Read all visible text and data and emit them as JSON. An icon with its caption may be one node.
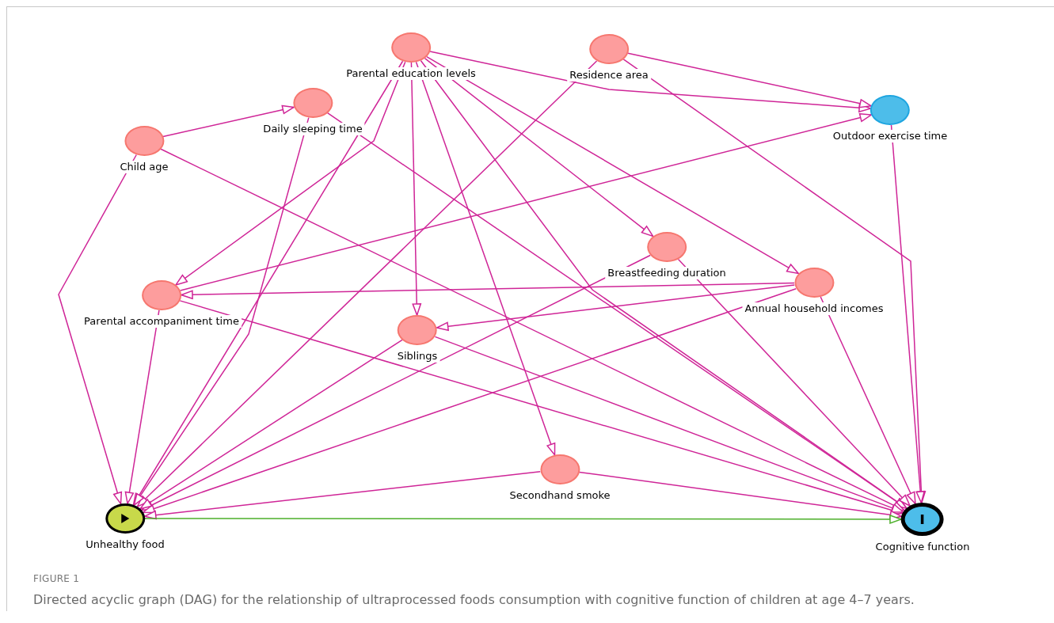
{
  "diagram": {
    "nodes": [
      {
        "text": [
          "Parental education levels"
        ]
      },
      {
        "text": [
          "Residence area"
        ]
      },
      {
        "text": [
          "Daily sleeping time"
        ]
      },
      {
        "text": [
          "Child age"
        ]
      },
      {
        "text": [
          "Outdoor exercise time"
        ]
      },
      {
        "text": [
          "Breastfeeding duration"
        ]
      },
      {
        "text": [
          "Annual household incomes"
        ]
      },
      {
        "text": [
          "Parental accompaniment time"
        ]
      },
      {
        "text": [
          "Siblings"
        ]
      },
      {
        "text": [
          "Secondhand smoke"
        ]
      },
      {
        "text": [
          "Unhealthy food"
        ]
      },
      {
        "text": [
          "Cognitive function"
        ]
      }
    ],
    "edges": [
      {
        "from": 3,
        "to": 2,
        "arrow": "to"
      },
      {
        "from": 0,
        "to": 4,
        "arrow": "to"
      },
      {
        "from": 1,
        "to": 4,
        "arrow": "to"
      },
      {
        "from": 7,
        "to": 4,
        "arrow": "to"
      },
      {
        "from": 0,
        "to": 7,
        "arrow": "to"
      },
      {
        "from": 0,
        "to": 8,
        "arrow": "to"
      },
      {
        "from": 0,
        "to": 9,
        "arrow": "to"
      },
      {
        "from": 0,
        "to": 5,
        "arrow": "to"
      },
      {
        "from": 0,
        "to": 6,
        "arrow": "to"
      },
      {
        "from": 0,
        "to": 10,
        "arrow": "to"
      },
      {
        "from": 0,
        "to": 11,
        "arrow": "to"
      },
      {
        "from": 1,
        "to": 10,
        "arrow": "to"
      },
      {
        "from": 1,
        "to": 11,
        "arrow": "to"
      },
      {
        "from": 2,
        "to": 10,
        "arrow": "to"
      },
      {
        "from": 2,
        "to": 11,
        "arrow": "to"
      },
      {
        "from": 3,
        "to": 10,
        "arrow": "to"
      },
      {
        "from": 3,
        "to": 11,
        "arrow": "to"
      },
      {
        "from": 4,
        "to": 11,
        "arrow": "to"
      },
      {
        "from": 5,
        "to": 10,
        "arrow": "to"
      },
      {
        "from": 5,
        "to": 11,
        "arrow": "to"
      },
      {
        "from": 6,
        "to": 7,
        "arrow": "to"
      },
      {
        "from": 6,
        "to": 8,
        "arrow": "to"
      },
      {
        "from": 6,
        "to": 10,
        "arrow": "to"
      },
      {
        "from": 6,
        "to": 11,
        "arrow": "to"
      },
      {
        "from": 7,
        "to": 10,
        "arrow": "to"
      },
      {
        "from": 7,
        "to": 11,
        "arrow": "to"
      },
      {
        "from": 8,
        "to": 10,
        "arrow": "to"
      },
      {
        "from": 8,
        "to": 11,
        "arrow": "to"
      },
      {
        "from": 9,
        "to": 10,
        "arrow": "to"
      },
      {
        "from": 9,
        "to": 11,
        "arrow": "to"
      },
      {
        "from": 10,
        "to": 11,
        "arrow": "to",
        "color": "#4caf2a"
      }
    ],
    "labels": [
      "FIGURE 1"
    ],
    "caption": "Directed acyclic graph (DAG) for the relationship of ultraprocessed foods consumption with cognitive function of children at age 4–7 years."
  }
}
